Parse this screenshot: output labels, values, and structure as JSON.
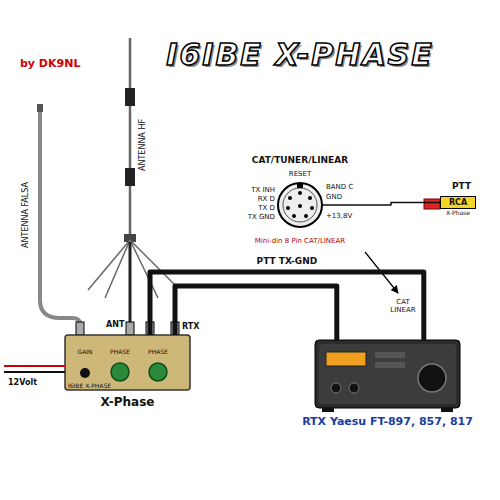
{
  "diagram": {
    "title": "I6IBE X-PHASE",
    "nodes": [
      {
        "text": [
          "CAT/TUNER/LINEAR",
          "Mini-din 8 Pin CAT/LINEAR"
        ]
      },
      {
        "text": [
          "RCA",
          "X-Phase"
        ]
      },
      {
        "text": [
          "X-Phase"
        ]
      },
      {
        "text": [
          "RTX Yaesu FT-897, 857, 817"
        ]
      }
    ],
    "edges": [
      {
        "from": 2,
        "to": 3,
        "arrow": "none"
      },
      {
        "from": 2,
        "to": 3,
        "label": "PTT TX-GND",
        "arrow": "none"
      },
      {
        "from": 0,
        "to": 1,
        "arrow": "none"
      }
    ],
    "labels": [
      "by DK9NL",
      "ANTENNA FALSA",
      "ANTENNA HF",
      "RESET",
      "TX INH",
      "RX D",
      "TX D",
      "TX GND",
      "BAND C",
      "GND",
      "+13,8V",
      "PTT",
      "ANT",
      "RTX",
      "CAT LINEAR",
      "GAIN",
      "PHASE",
      "PHASE",
      "I6IBE X-PHASE",
      "12Volt"
    ]
  }
}
